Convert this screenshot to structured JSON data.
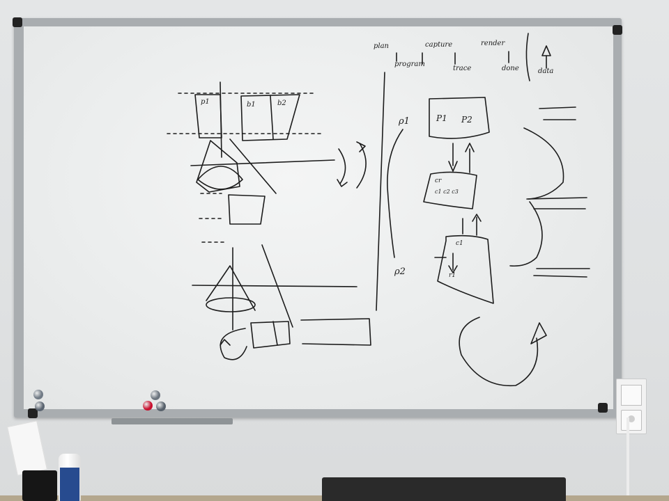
{
  "scene": "whiteboard",
  "whiteboard": {
    "frame_color": "#a9adb0",
    "surface_color": "#eceeee",
    "ink_color": "#1c1c1c",
    "labels": {
      "p1_top": "p1",
      "b1_top": "b1",
      "b2_top": "b2",
      "header_plan": "plan",
      "header_capture": "capture",
      "header_render": "render",
      "header_program": "program",
      "header_trace": "trace",
      "header_done": "done",
      "header_data": "data",
      "process_p1": "P1",
      "process_p2": "P2",
      "rho1": "ρ1",
      "rho2": "ρ2",
      "cell_cr": "cr",
      "cell_tokens": "c1 c2 c3",
      "cell_c1": "c1",
      "cell_r1": "r1"
    }
  },
  "magnets": [
    {
      "color": "#707a85"
    },
    {
      "color": "#5a6470"
    },
    {
      "color": "#c8102e"
    },
    {
      "color": "#6b747e"
    },
    {
      "color": "#56606a"
    }
  ],
  "desk_items": {
    "bottle_label_color": "#274b8f",
    "cup_color": "#161616"
  }
}
